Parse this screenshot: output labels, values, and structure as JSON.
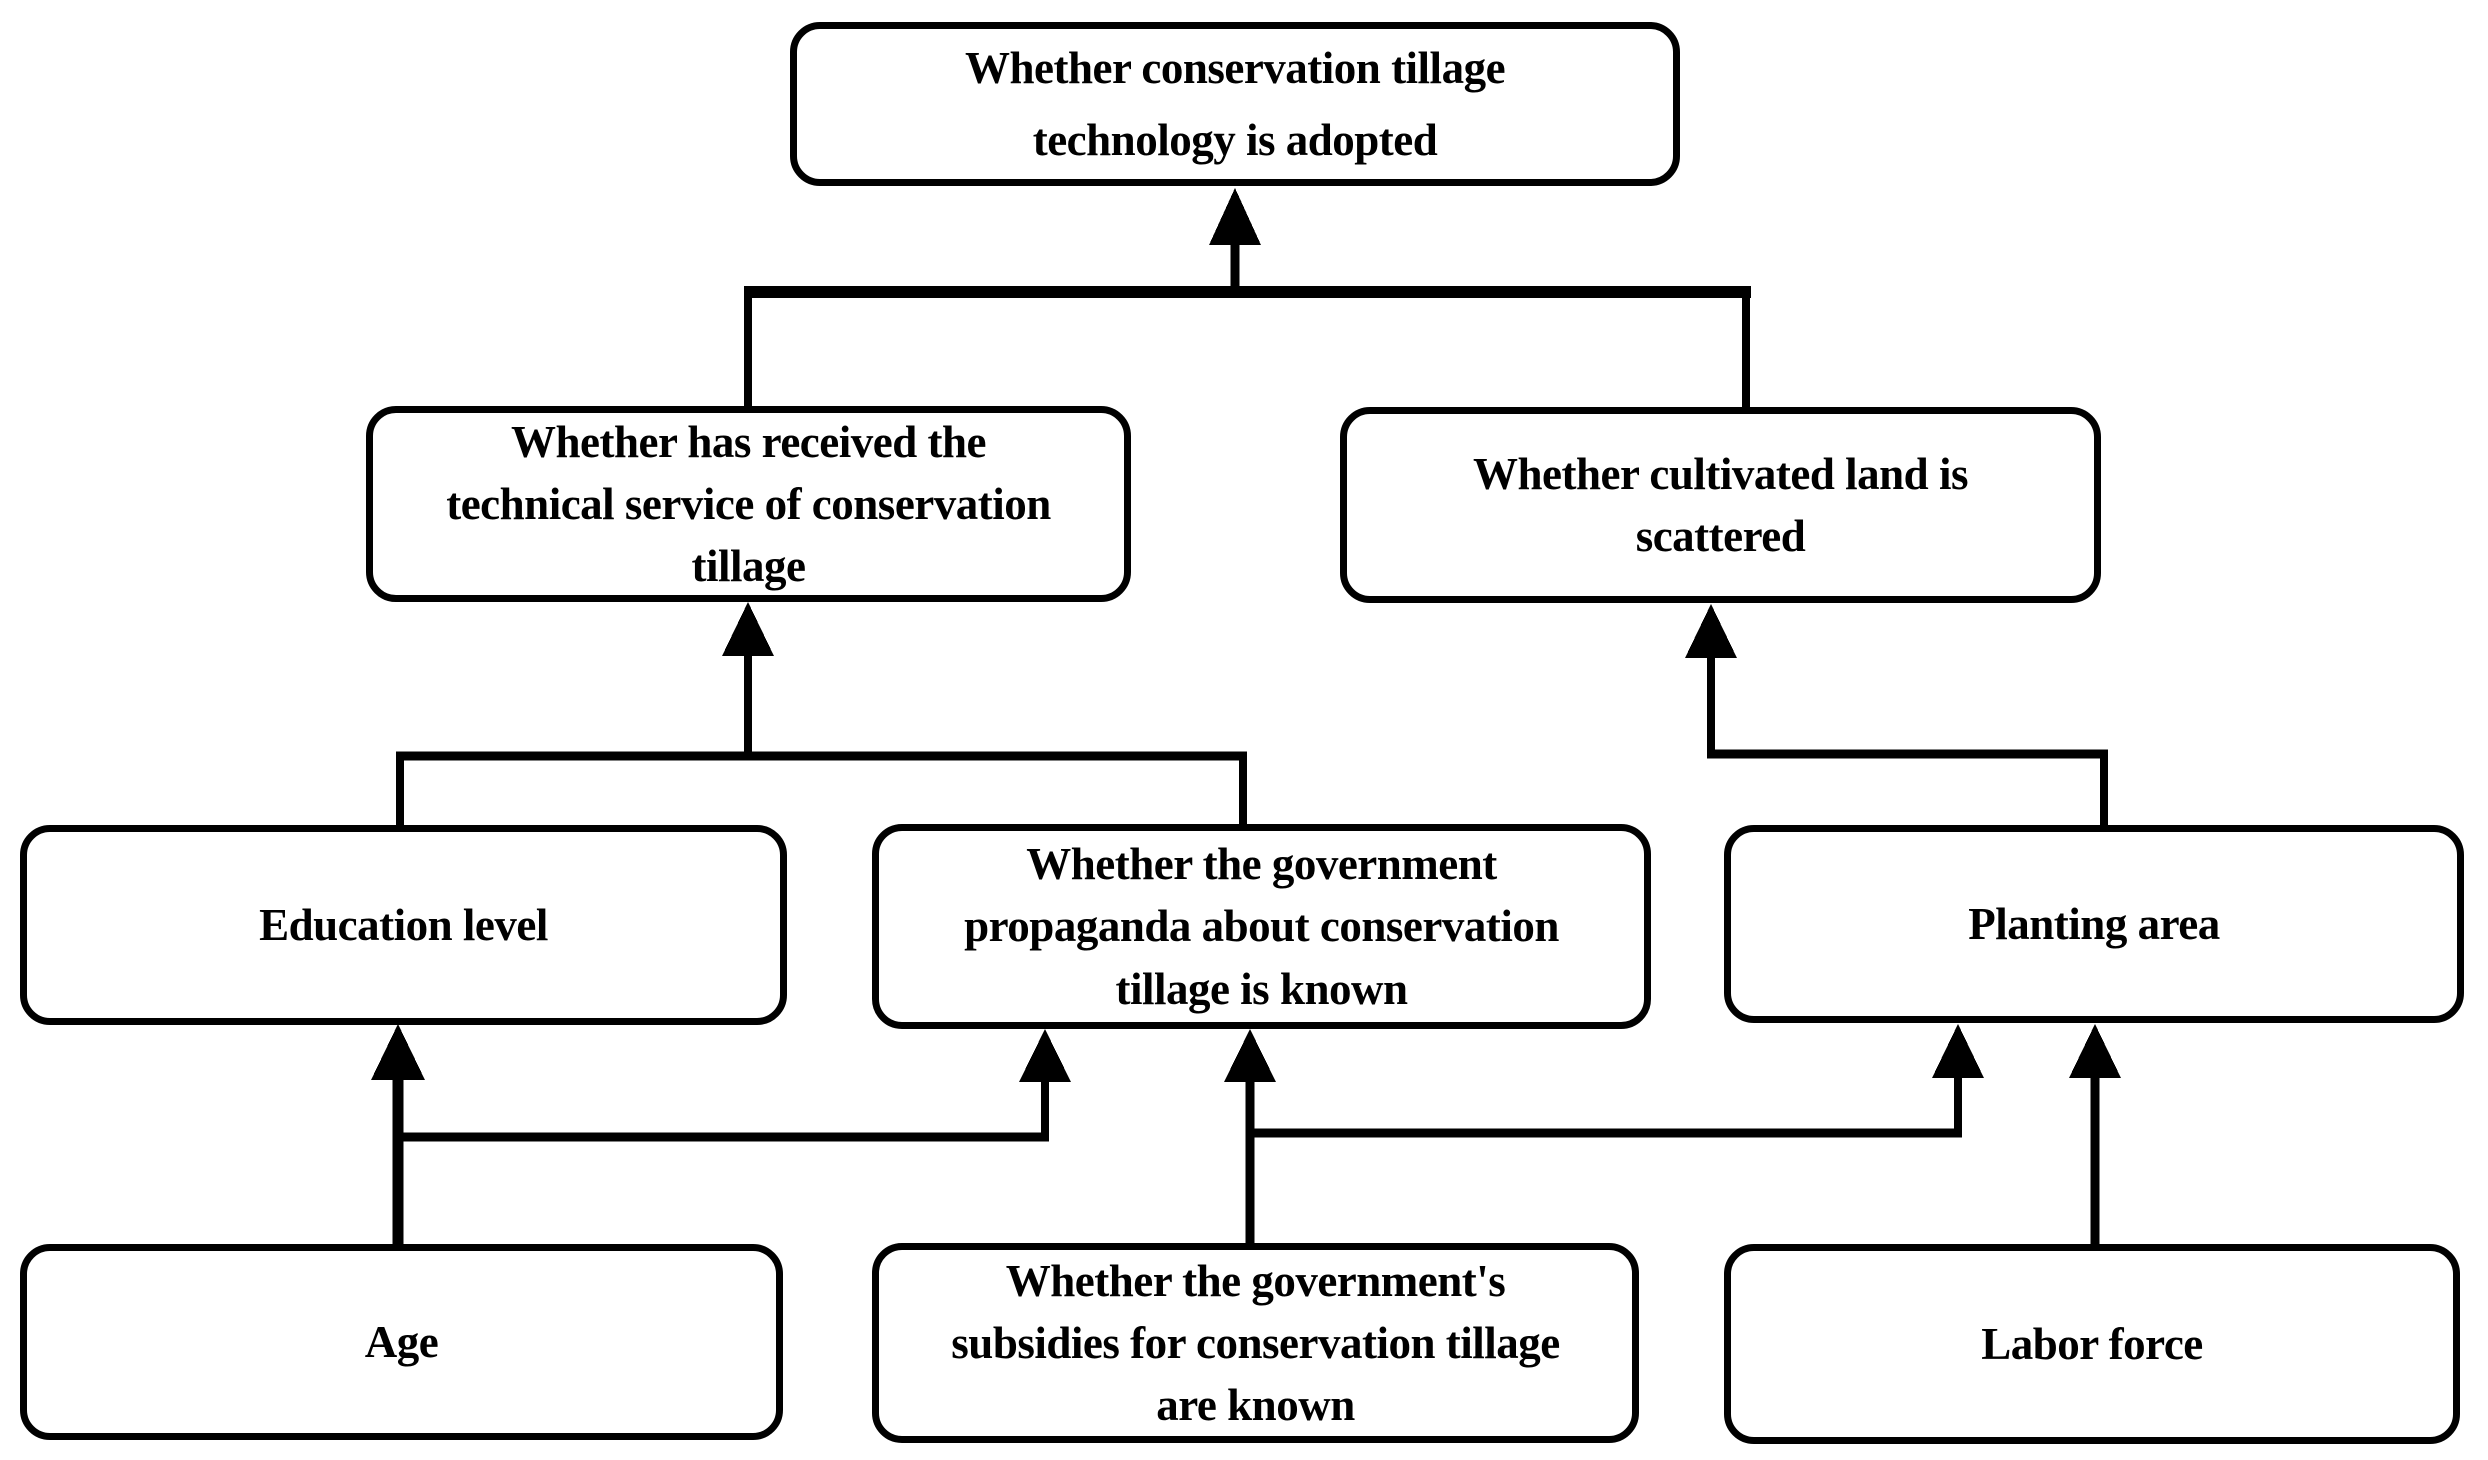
{
  "diagram": {
    "description": "Flowchart of factors influencing adoption of conservation tillage technology",
    "colors": {
      "line": "#000000",
      "box_border": "#000000",
      "box_fill": "#ffffff",
      "background": "#ffffff",
      "text": "#000000"
    },
    "nodes": [
      {
        "id": "adopted",
        "level": 1,
        "label": "Whether conservation tillage\ntechnology is adopted"
      },
      {
        "id": "technical_service",
        "level": 2,
        "label": "Whether has received the\ntechnical service of conservation\ntillage"
      },
      {
        "id": "land_scattered",
        "level": 2,
        "label": "Whether cultivated land is\nscattered"
      },
      {
        "id": "education",
        "level": 3,
        "label": "Education level"
      },
      {
        "id": "propaganda",
        "level": 3,
        "label": "Whether the government\npropaganda about conservation\ntillage is known"
      },
      {
        "id": "planting_area",
        "level": 3,
        "label": "Planting area"
      },
      {
        "id": "age",
        "level": 4,
        "label": "Age"
      },
      {
        "id": "subsidies",
        "level": 4,
        "label": "Whether the government's\nsubsidies for conservation tillage\nare known"
      },
      {
        "id": "labor_force",
        "level": 4,
        "label": "Labor force"
      }
    ],
    "edges": [
      {
        "from": "technical_service",
        "to": "adopted"
      },
      {
        "from": "land_scattered",
        "to": "adopted"
      },
      {
        "from": "education",
        "to": "technical_service"
      },
      {
        "from": "propaganda",
        "to": "technical_service"
      },
      {
        "from": "planting_area",
        "to": "land_scattered"
      },
      {
        "from": "age",
        "to": "education"
      },
      {
        "from": "age",
        "to": "propaganda"
      },
      {
        "from": "subsidies",
        "to": "propaganda"
      },
      {
        "from": "subsidies",
        "to": "planting_area"
      },
      {
        "from": "labor_force",
        "to": "planting_area"
      }
    ]
  }
}
